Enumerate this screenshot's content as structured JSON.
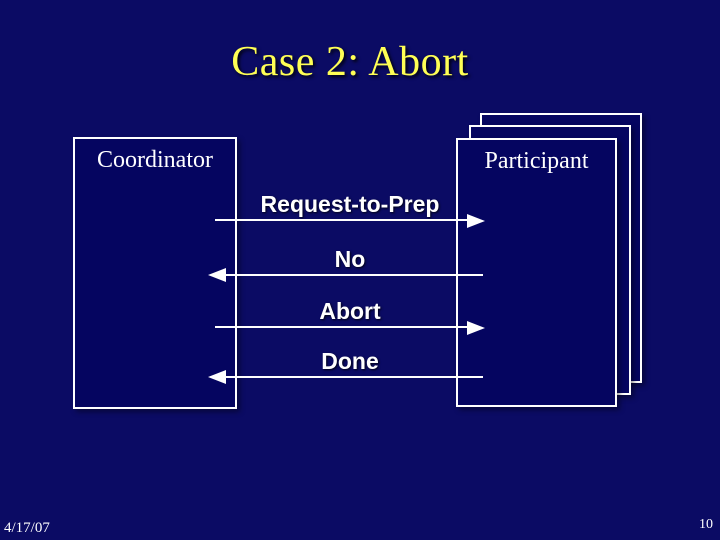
{
  "slide": {
    "title": "Case 2: Abort",
    "colors": {
      "background": "#0b0b64",
      "box_fill": "#050560",
      "box_border": "#ffffff",
      "title_text": "#ffff55",
      "body_text": "#ffffff"
    },
    "diagram": {
      "coordinator_label": "Coordinator",
      "participant_label": "Participant",
      "participant_stack_count": 3,
      "messages": [
        {
          "label": "Request-to-Prep",
          "direction": "right",
          "from": "Coordinator",
          "to": "Participant"
        },
        {
          "label": "No",
          "direction": "left",
          "from": "Participant",
          "to": "Coordinator"
        },
        {
          "label": "Abort",
          "direction": "right",
          "from": "Coordinator",
          "to": "Participant"
        },
        {
          "label": "Done",
          "direction": "left",
          "from": "Participant",
          "to": "Coordinator"
        }
      ]
    },
    "footer": {
      "date": "4/17/07",
      "page_number": "10"
    }
  }
}
